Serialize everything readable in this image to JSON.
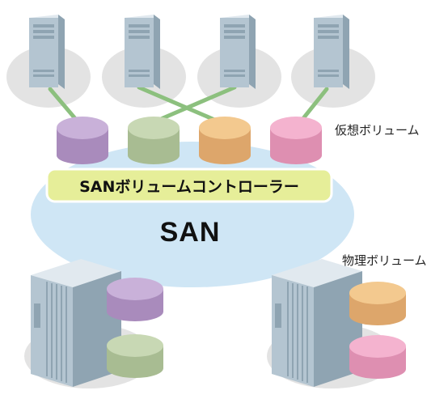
{
  "labels": {
    "virtual_volume": "仮想ボリューム",
    "controller": "SANボリュームコントローラー",
    "san": "SAN",
    "physical_volume": "物理ボリューム"
  },
  "colors": {
    "san_cloud": "#cfe6f5",
    "controller_fill": "#e6ee99",
    "link": "#8cc07e",
    "server_shadow": "#e3e3e3",
    "server_body": "#b4c5d1",
    "vol_purple": "#c9b1d9",
    "vol_green": "#c8d8b4",
    "vol_orange": "#f3c98f",
    "vol_pink": "#f4b3cf"
  },
  "icons": {
    "server": "server-icon",
    "storage": "storage-array-icon",
    "volume": "volume-cylinder-icon"
  }
}
